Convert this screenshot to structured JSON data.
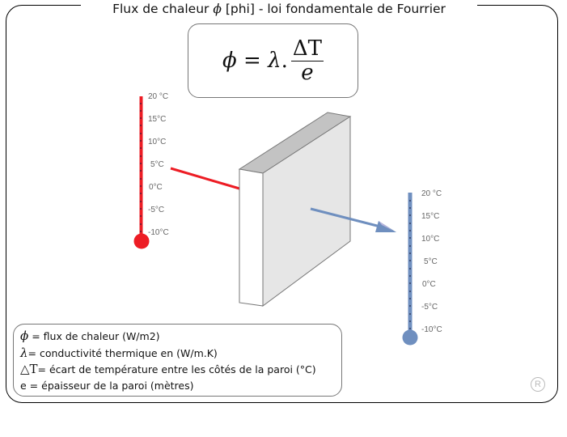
{
  "title": {
    "prefix": "Flux de chaleur ",
    "symbol": "ϕ",
    "suffix": "  [phi] - loi fondamentale de Fourrier"
  },
  "formula": {
    "lhs": "ϕ",
    "equals": " = ",
    "lambda": "λ",
    "dot": ".",
    "numerator": "ΔT",
    "denominator": "e"
  },
  "legend": {
    "rows": [
      {
        "symbol": "ϕ",
        "text": " = flux de chaleur (W/m2)"
      },
      {
        "symbol": "λ",
        "text": "= conductivité thermique en (W/m.K)"
      },
      {
        "symbol": "△T",
        "text": "= écart de température entre les côtés de la paroi (°C)"
      },
      {
        "symbol": "e",
        "text": " = épaisseur de la paroi (mètres)"
      }
    ]
  },
  "thermometer_hot": {
    "color": "#ed1c24",
    "labels": [
      "20 °C",
      "15°C",
      "10°C",
      "5°C",
      "0°C",
      "-5°C",
      "-10°C"
    ]
  },
  "thermometer_cold": {
    "color": "#6f8fbf",
    "labels": [
      "20 °C",
      "15°C",
      "10°C",
      "5°C",
      "0°C",
      "-5°C",
      "-10°C"
    ]
  },
  "wall": {
    "front_color": "#e6e6e6",
    "top_color": "#c3c3c3",
    "side_color": "#ffffff"
  },
  "watermark": "R"
}
